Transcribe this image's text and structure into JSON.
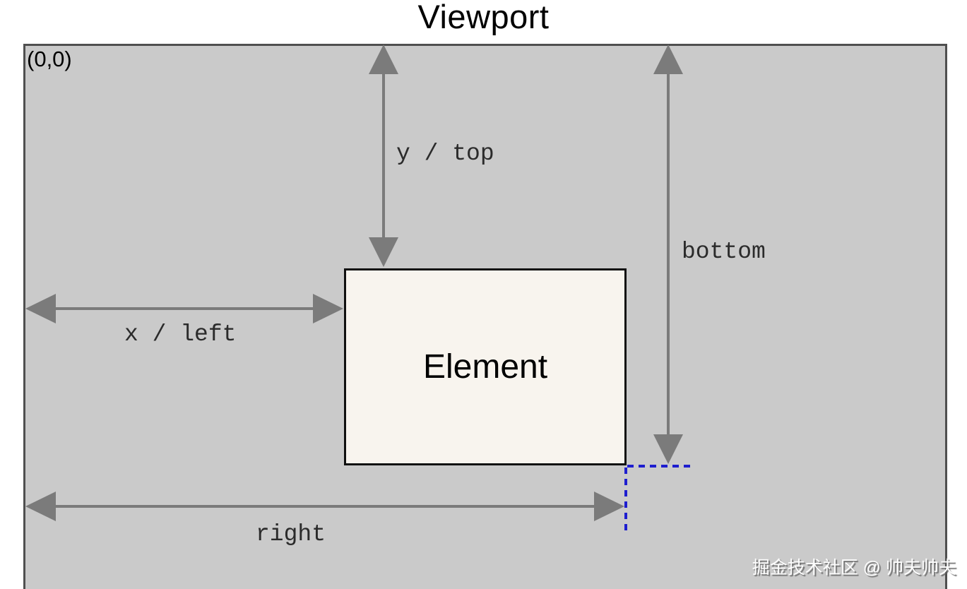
{
  "title": "Viewport",
  "viewport": {
    "origin_label": "(0,0)"
  },
  "element": {
    "label": "Element"
  },
  "arrows": {
    "top": {
      "label": "y / top"
    },
    "left": {
      "label": "x / left"
    },
    "bottom": {
      "label": "bottom"
    },
    "right": {
      "label": "right"
    }
  },
  "watermark": "掘金技术社区 @ 帅夫帅夫",
  "colors": {
    "viewport_fill": "#cacaca",
    "viewport_border": "#4f4f4f",
    "element_fill": "#f8f4ee",
    "element_border": "#101010",
    "arrow": "#7b7b7b",
    "guide_dashed": "#1e1ecf",
    "label_text": "#2b2b2b",
    "title_text": "#000000",
    "watermark_text": "#fdfdfd"
  }
}
